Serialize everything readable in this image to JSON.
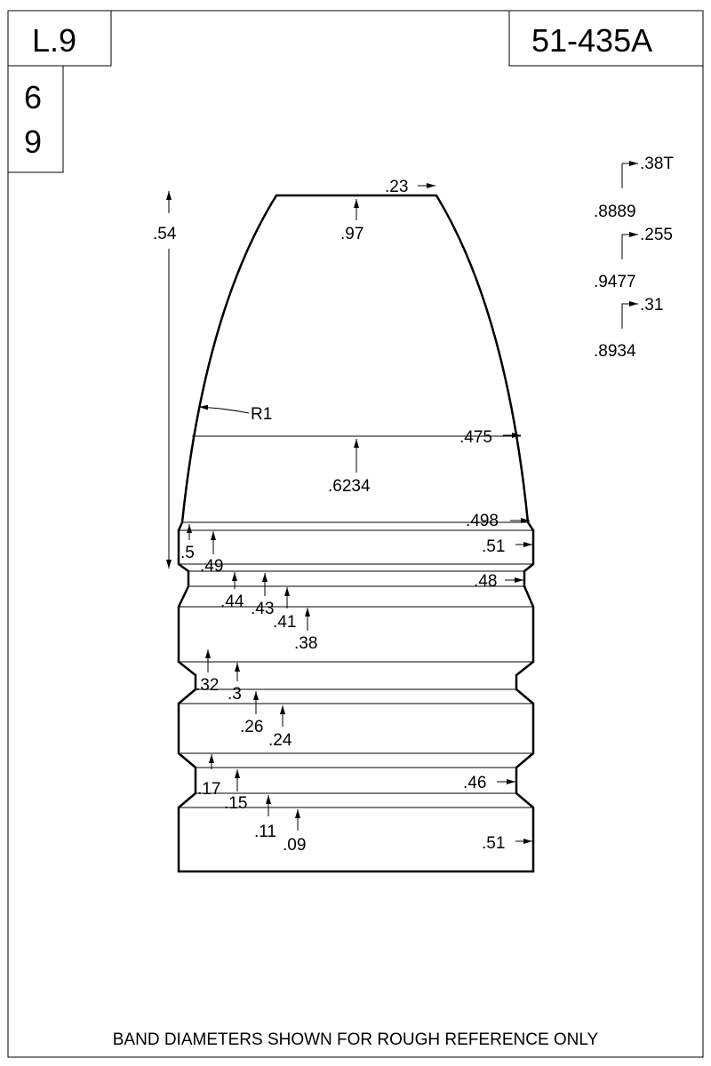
{
  "header": {
    "left_code": "L.9",
    "right_code": "51-435A",
    "box_line1": "6",
    "box_line2": "9"
  },
  "side_notes": [
    ".38T",
    ".8889",
    ".255",
    ".9477",
    ".31",
    ".8934"
  ],
  "dims": {
    "top": ".23",
    "meplat": ".97",
    "overall": ".54",
    "radius": "R1",
    "ogive_end": ".475",
    "ogive_len": ".6234",
    "d498": ".498",
    "d51a": ".51",
    "d48": ".48",
    "d46": ".46",
    "d51b": ".51",
    "h5": ".5",
    "h49": ".49",
    "h44": ".44",
    "h43": ".43",
    "h41": ".41",
    "h38": ".38",
    "h32": ".32",
    "h3": ".3",
    "h26": ".26",
    "h24": ".24",
    "h17": ".17",
    "h15": ".15",
    "h11": ".11",
    "h09": ".09"
  },
  "footer": "BAND DIAMETERS SHOWN FOR ROUGH REFERENCE ONLY",
  "colors": {
    "ink": "#000000",
    "paper": "#ffffff"
  }
}
